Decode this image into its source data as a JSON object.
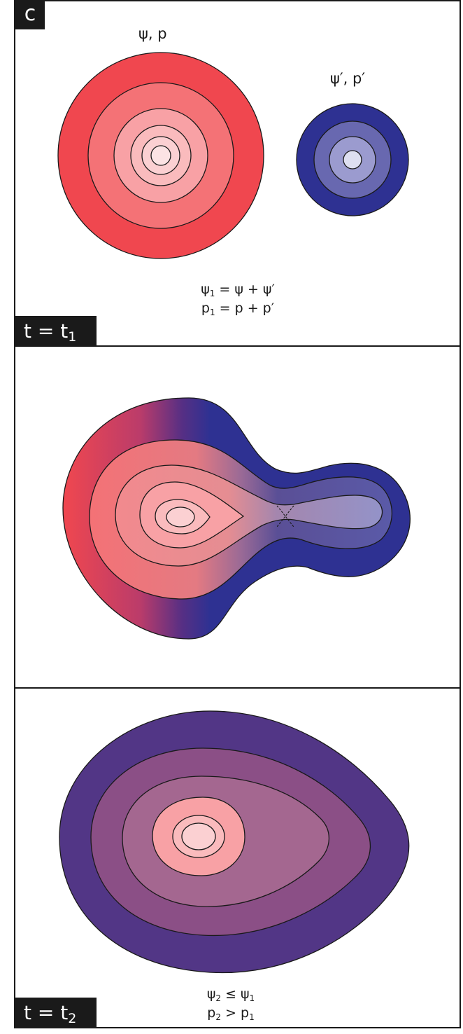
{
  "figure_label": "c",
  "panel_top": {
    "time_label": {
      "var": "t = t",
      "sub": "1"
    },
    "field_large": "ψ, p",
    "field_small": "ψ′, p′",
    "eq1": {
      "a": "ψ",
      "a_sub": "1",
      "rest": " = ψ + ψ′"
    },
    "eq2": {
      "a": "p",
      "a_sub": "1",
      "rest": " = p + p′"
    }
  },
  "panel_bottom": {
    "time_label": {
      "var": "t = t",
      "sub": "2"
    },
    "eq1": {
      "a": "ψ",
      "a_sub": "2",
      "op": " ≤ ψ",
      "b_sub": "1"
    },
    "eq2": {
      "a": "p",
      "a_sub": "2",
      "op": " > p",
      "b_sub": "1"
    }
  },
  "colors": {
    "red_outer": "#f0474f",
    "blue_outer": "#2e3192",
    "purple_outer": "#523686",
    "line": "#1a1a1a"
  }
}
